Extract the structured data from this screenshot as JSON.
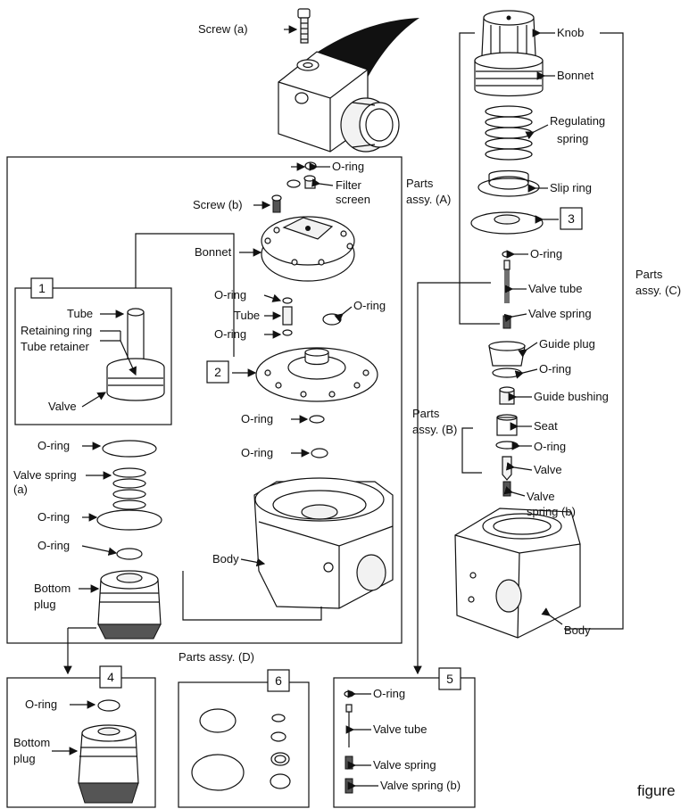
{
  "caption": "figure",
  "labels": {
    "screw_a": "Screw (a)",
    "knob": "Knob",
    "bonnet_top": "Bonnet",
    "regulating_spring_1": "Regulating",
    "regulating_spring_2": "spring",
    "slip_ring": "Slip ring",
    "parts_assy_a_1": "Parts",
    "parts_assy_a_2": "assy. (A)",
    "oring_r1": "O-ring",
    "valve_tube_r": "Valve tube",
    "valve_spring_r": "Valve spring",
    "parts_assy_c_1": "Parts",
    "parts_assy_c_2": "assy. (C)",
    "guide_plug": "Guide plug",
    "oring_r2": "O-ring",
    "guide_bushing": "Guide bushing",
    "parts_assy_b_1": "Parts",
    "parts_assy_b_2": "assy. (B)",
    "seat": "Seat",
    "oring_r3": "O-ring",
    "valve_r": "Valve",
    "valve_spring_b_1": "Valve",
    "valve_spring_b_2": "spring (b)",
    "body_r": "Body",
    "oring_c1": "O-ring",
    "filter_screen_1": "Filter",
    "filter_screen_2": "screen",
    "screw_b": "Screw (b)",
    "bonnet_c": "Bonnet",
    "oring_c2": "O-ring",
    "tube_c": "Tube",
    "oring_c3": "O-ring",
    "oring_c4": "O-ring",
    "oring_c5": "O-ring",
    "oring_c6": "O-ring",
    "body_c": "Body",
    "tube_1": "Tube",
    "retaining_ring": "Retaining ring",
    "tube_retainer": "Tube retainer",
    "valve_1": "Valve",
    "oring_l1": "O-ring",
    "valve_spring_a_1": "Valve spring",
    "valve_spring_a_2": "(a)",
    "oring_l2": "O-ring",
    "oring_l3": "O-ring",
    "bottom_plug_1": "Bottom",
    "bottom_plug_2": "plug",
    "parts_assy_d": "Parts assy. (D)",
    "oring_4": "O-ring",
    "bottom_plug4_1": "Bottom",
    "bottom_plug4_2": "plug",
    "oring_5": "O-ring",
    "valve_tube_5": "Valve tube",
    "valve_spring_5": "Valve spring",
    "valve_spring_b_5": "Valve spring (b)"
  },
  "callouts": {
    "n1": "1",
    "n2": "2",
    "n3": "3",
    "n4": "4",
    "n5": "5",
    "n6": "6"
  }
}
